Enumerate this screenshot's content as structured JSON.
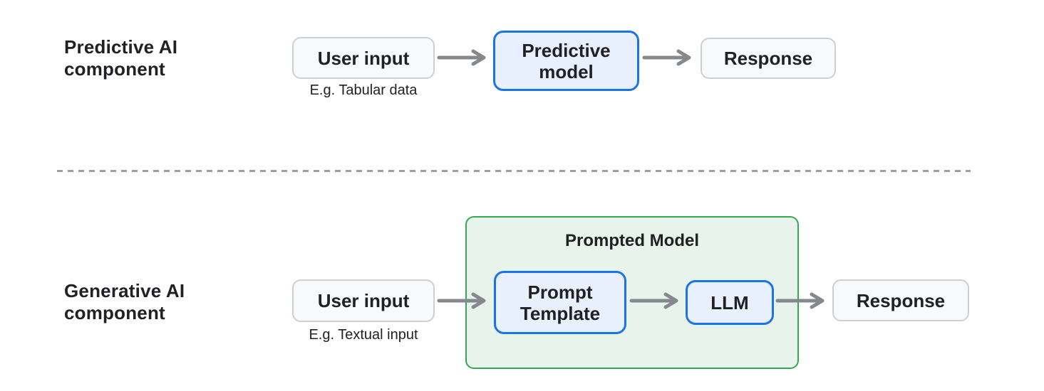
{
  "colors": {
    "background": "#ffffff",
    "text": "#202124",
    "box_gray_bg": "#f8f9fa",
    "box_gray_border": "#ccd0d5",
    "box_blue_bg": "#e8f0fe",
    "box_blue_border": "#1a73e8",
    "container_green_bg": "#e7f3eb",
    "container_green_border": "#34a853",
    "arrow": "#85898d",
    "divider": "#9aa0a6"
  },
  "rows": {
    "predictive": {
      "label": "Predictive AI\ncomponent",
      "input_box": "User input",
      "input_caption": "E.g. Tabular data",
      "model_box": "Predictive\nmodel",
      "response_box": "Response"
    },
    "generative": {
      "label": "Generative AI\ncomponent",
      "input_box": "User input",
      "input_caption": "E.g. Textual input",
      "container_title": "Prompted Model",
      "prompt_box": "Prompt\nTemplate",
      "llm_box": "LLM",
      "response_box": "Response"
    }
  }
}
